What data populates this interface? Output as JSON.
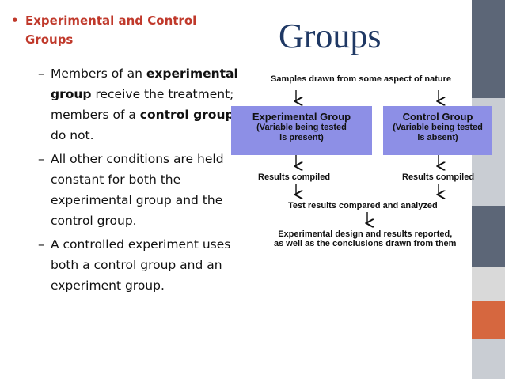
{
  "slide": {
    "title": "Groups",
    "bullet": {
      "text_line1": "Experimental and Control",
      "text_line2": "Groups"
    },
    "sub_bullets": [
      {
        "parts": [
          {
            "t": "Members of an ",
            "b": false
          },
          {
            "t": "experimental group",
            "b": true
          },
          {
            "t": " receive the treatment; members of a ",
            "b": false
          },
          {
            "t": "control group",
            "b": true
          },
          {
            "t": " do not.",
            "b": false
          }
        ]
      },
      {
        "parts": [
          {
            "t": "All other conditions are held constant for both the experimental group and the control group.",
            "b": false
          }
        ]
      },
      {
        "parts": [
          {
            "t": "A controlled experiment uses both a control group and an experiment group.",
            "b": false
          }
        ]
      }
    ]
  },
  "diagram": {
    "top_label": "Samples drawn from some aspect of nature",
    "exp_box": {
      "title": "Experimental Group",
      "line1": "(Variable being tested",
      "line2": "is present)"
    },
    "ctl_box": {
      "title": "Control Group",
      "line1": "(Variable being tested",
      "line2": "is absent)"
    },
    "results_left": "Results compiled",
    "results_right": "Results compiled",
    "compare": "Test results compared and analyzed",
    "final_line1": "Experimental design and results reported,",
    "final_line2": "as well as the conclusions drawn from them",
    "box_color": "#8d8fe6"
  },
  "colors": {
    "accent": "#c0392b",
    "title": "#1f3864",
    "side_dark": "#5c6677",
    "side_orange": "#d6673f"
  }
}
